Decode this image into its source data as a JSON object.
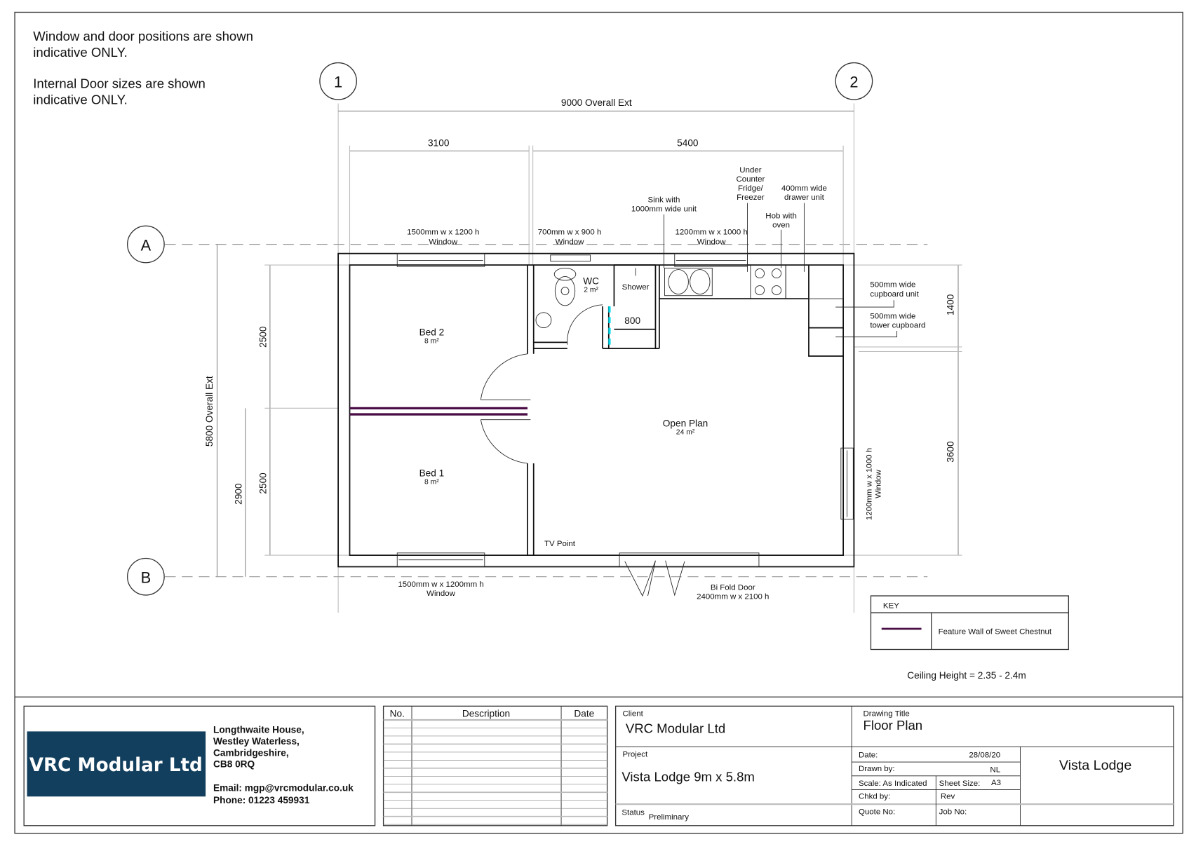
{
  "notes": {
    "line1": "Window and door positions are shown",
    "line2": "indicative ONLY.",
    "line3": "Internal Door sizes are shown",
    "line4": "indicative ONLY."
  },
  "grid": {
    "col1": "1",
    "col2": "2",
    "rowA": "A",
    "rowB": "B"
  },
  "dimensions": {
    "overall_width": "9000 Overall Ext",
    "left_section": "3100",
    "right_section": "5400",
    "overall_depth": "5800 Overall Ext",
    "bed2_depth": "2500",
    "bed1_depth": "2500",
    "bed1_ext": "2900",
    "kitchen_depth": "1400",
    "open_plan_depth": "3600",
    "shower_width": "800"
  },
  "rooms": {
    "bed2": {
      "name": "Bed 2",
      "area": "8 m²"
    },
    "bed1": {
      "name": "Bed 1",
      "area": "8 m²"
    },
    "wc": {
      "name": "WC",
      "area": "2 m²"
    },
    "shower": {
      "name": "Shower"
    },
    "open_plan": {
      "name": "Open Plan",
      "area": "24 m²"
    }
  },
  "annotations": {
    "win_bed2": [
      "1500mm w x 1200 h",
      "Window"
    ],
    "win_wc": [
      "700mm w x 900 h",
      "Window"
    ],
    "win_kitchen": [
      "1200mm w x 1000 h",
      "Window"
    ],
    "sink": [
      "Sink with",
      "1000mm wide unit"
    ],
    "fridge": [
      "Under",
      "Counter",
      "Fridge/",
      "Freezer"
    ],
    "drawer": [
      "400mm wide",
      "drawer unit"
    ],
    "hob": [
      "Hob with",
      "oven"
    ],
    "cupboard": [
      "500mm wide",
      "cupboard unit"
    ],
    "tower": [
      "500mm wide",
      "tower cupboard"
    ],
    "win_right": [
      "1200mm w x 1000 h",
      "Window"
    ],
    "win_bed1": [
      "1500mm w x 1200mm h",
      "Window"
    ],
    "bifold": [
      "Bi Fold Door",
      "2400mm w x 2100 h"
    ],
    "tv_point": "TV Point"
  },
  "key": {
    "title": "KEY",
    "feature_wall": "Feature Wall of Sweet Chestnut",
    "feature_color": "#4a0d45"
  },
  "ceiling_height": "Ceiling Height = 2.35 - 2.4m",
  "company": {
    "logo_text": "VRC Modular Ltd",
    "logo_color": "#133f5e",
    "address": [
      "Longthwaite House,",
      "Westley Waterless,",
      "Cambridgeshire,",
      "CB8 0RQ"
    ],
    "email": "Email: mgp@vrcmodular.co.uk",
    "phone": "Phone: 01223 459931"
  },
  "revisions": {
    "headers": [
      "No.",
      "Description",
      "Date"
    ],
    "rows": []
  },
  "title_block": {
    "client_label": "Client",
    "client": "VRC Modular Ltd",
    "drawing_title_label": "Drawing Title",
    "drawing_title": "Floor Plan",
    "project_label": "Project",
    "project": "Vista Lodge 9m x 5.8m",
    "status_label": "Status",
    "status": "Preliminary",
    "date_label": "Date:",
    "date": "28/08/20",
    "drawn_label": "Drawn by:",
    "drawn": "NL",
    "scale": "Scale:  As Indicated",
    "sheet_label": "Sheet Size:",
    "sheet": "A3",
    "chkd_label": "Chkd by:",
    "rev_label": "Rev",
    "quote_label": "Quote No:",
    "job_label": "Job No:",
    "project_name": "Vista Lodge"
  }
}
